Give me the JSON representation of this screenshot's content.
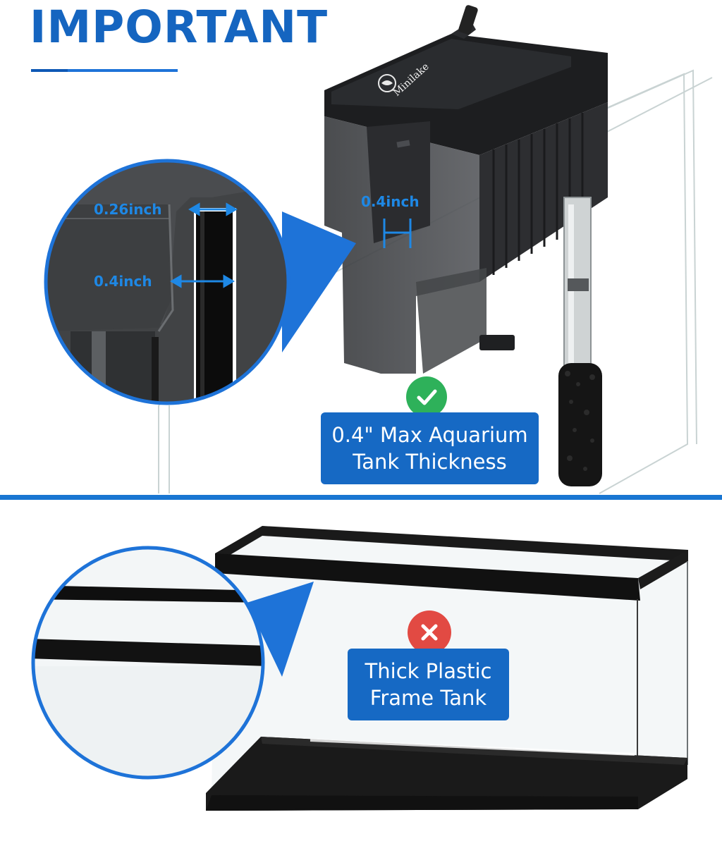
{
  "header": {
    "title": "IMPORTANT"
  },
  "product": {
    "brand": "Minilake"
  },
  "measurements": {
    "zoom_top": "0.26inch",
    "zoom_bottom": "0.4inch",
    "main": "0.4inch"
  },
  "good_case": {
    "line1": "0.4\" Max Aquarium",
    "line2": "Tank Thickness",
    "badge_icon": "check-icon"
  },
  "bad_case": {
    "line1": "Thick Plastic",
    "line2": "Frame Tank",
    "badge_icon": "cross-icon"
  },
  "colors": {
    "accent": "#1565c0",
    "label_bg": "#1669c4",
    "ok": "#2eb15a",
    "bad": "#e24a43"
  }
}
